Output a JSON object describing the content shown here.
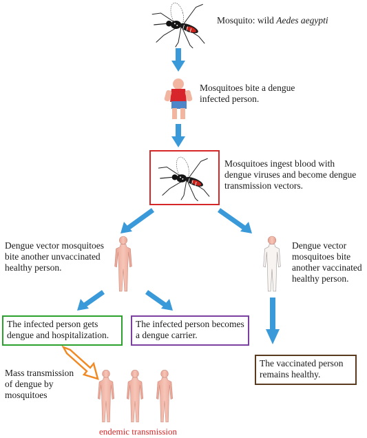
{
  "steps": {
    "wild_mosquito": {
      "prefix": "Mosquito: wild ",
      "species": "Aedes aegypti"
    },
    "bite_infected": "Mosquitoes bite a dengue infected person.",
    "ingest_blood": "Mosquitoes ingest blood with dengue viruses and become dengue transmission vectors."
  },
  "branches": {
    "unvaccinated": "Dengue vector mosquitoes bite another unvaccinated healthy person.",
    "vaccinated": "Dengue vector mosquitoes bite another vaccinated healthy person."
  },
  "outcomes": {
    "hospitalization": "The infected person gets dengue and hospitalization.",
    "carrier": "The infected person becomes a dengue carrier.",
    "remains_healthy": "The vaccinated person remains healthy.",
    "mass_transmission": "Mass transmission of dengue by mosquitoes",
    "endemic": "endemic transmission"
  },
  "colors": {
    "arrow": "#3a9ad9",
    "vector_box": "#d62728",
    "hospital_box": "#2ca02c",
    "carrier_box": "#7b3fa0",
    "healthy_box": "#5a3a1e",
    "orange_arrow": "#f08a24",
    "endemic_text": "#d62728",
    "skin": "#f1b8a8",
    "skin_edge": "#c98a7b"
  }
}
